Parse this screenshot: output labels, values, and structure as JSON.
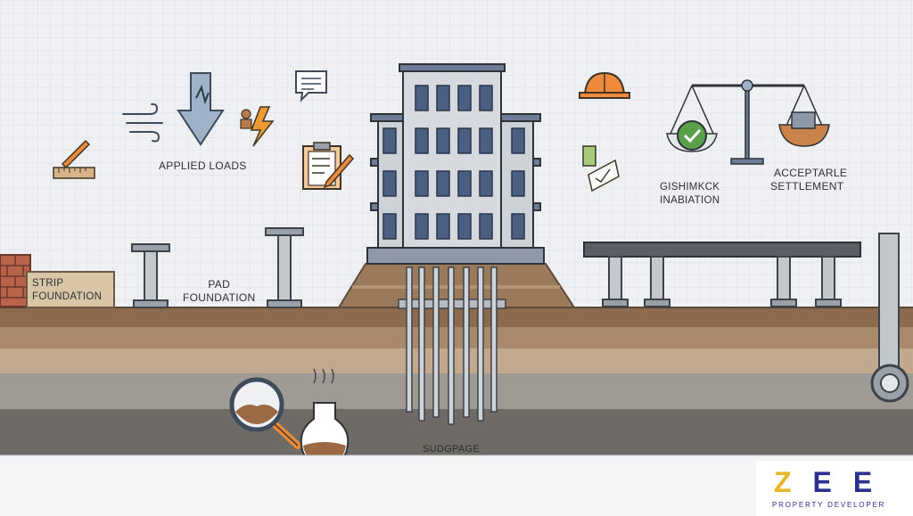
{
  "labels": {
    "applied_loads": "APPLIED LOADS",
    "strip_foundation_1": "STRIP",
    "strip_foundation_2": "FOUNDATION",
    "pad_foundation_1": "PAD",
    "pad_foundation_2": "FOUNDATION",
    "geotech_1": "GISHIMKCK",
    "geotech_2": "INABIATION",
    "acceptable_1": "ACCEPTARLE",
    "acceptable_2": "SETTLEMENT",
    "subgrade": "SUDGPAGE"
  },
  "logo": {
    "mark": "ZEE",
    "subtitle": "PROPERTY DEVELOPER"
  },
  "colors": {
    "background": "#eef0f2",
    "grid": "#dfe3e7",
    "soil_top": "#8a6a4d",
    "soil_mid": "#a88a6c",
    "soil_light": "#c3ab8f",
    "soil_dark": "#6f6a65",
    "building": "#d4d8dc",
    "window": "#4a5f82",
    "accent_orange": "#e98a3a",
    "accent_green": "#5aa04a"
  }
}
